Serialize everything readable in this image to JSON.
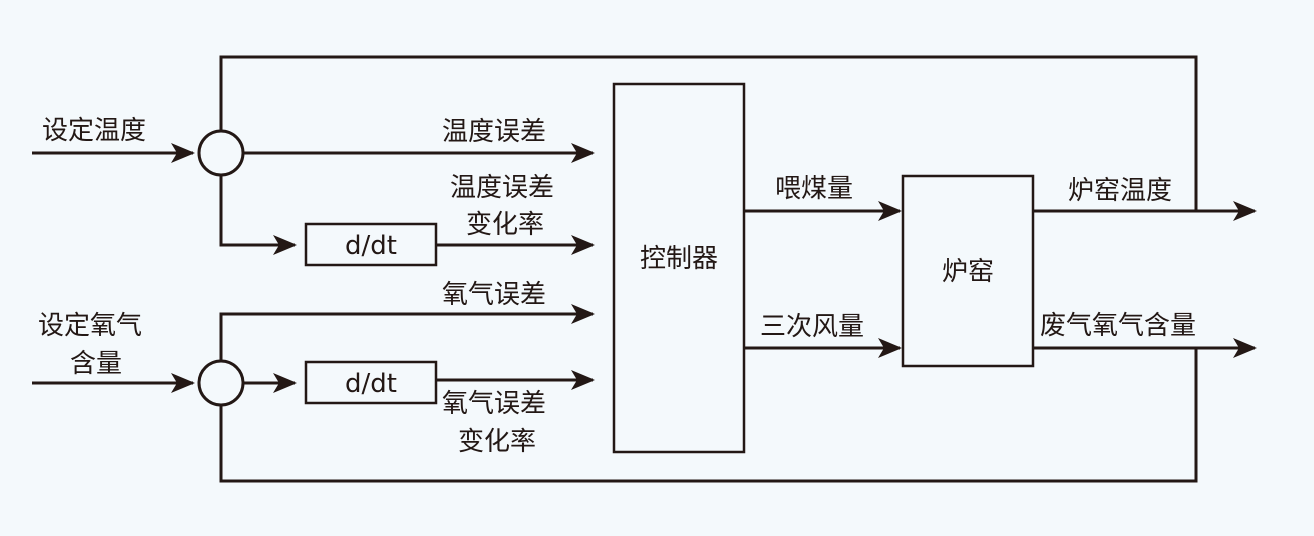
{
  "diagram": {
    "type": "block-diagram",
    "colors": {
      "background": "#f4f9fc",
      "line": "#231815"
    },
    "inputs": {
      "set_temperature": "设定温度",
      "set_oxygen_line1": "设定氧气",
      "set_oxygen_line2": "含量"
    },
    "blocks": {
      "derivative_top": "d/dt",
      "derivative_bottom": "d/dt",
      "controller": "控制器",
      "kiln": "炉窑"
    },
    "signals": {
      "temp_error": "温度误差",
      "temp_error_rate_line1": "温度误差",
      "temp_error_rate_line2": "变化率",
      "oxygen_error": "氧气误差",
      "oxygen_error_rate_line1": "氧气误差",
      "oxygen_error_rate_line2": "变化率",
      "coal_feed": "喂煤量",
      "tertiary_air": "三次风量",
      "kiln_temperature": "炉窑温度",
      "exhaust_oxygen": "废气氧气含量"
    }
  }
}
